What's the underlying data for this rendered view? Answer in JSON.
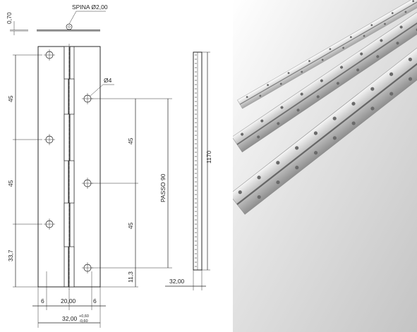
{
  "drawing": {
    "pin_label": "SPINA Ø2,00",
    "thickness_label": "0,70",
    "hole_label": "Ø4",
    "left_spacings": [
      "45",
      "45",
      "33,7"
    ],
    "right_spacings": [
      "45",
      "45",
      "11,3"
    ],
    "pitch_label": "PASSO 90",
    "length_label": "1170",
    "bottom_dims": [
      "6",
      "20,00",
      "6"
    ],
    "width_label": "32,00",
    "tolerance_upper": "+0,60",
    "tolerance_lower": "-0,60",
    "side_width_label": "32,00"
  },
  "photo": {
    "subject": "three brushed aluminium continuous piano hinges on grey background"
  }
}
